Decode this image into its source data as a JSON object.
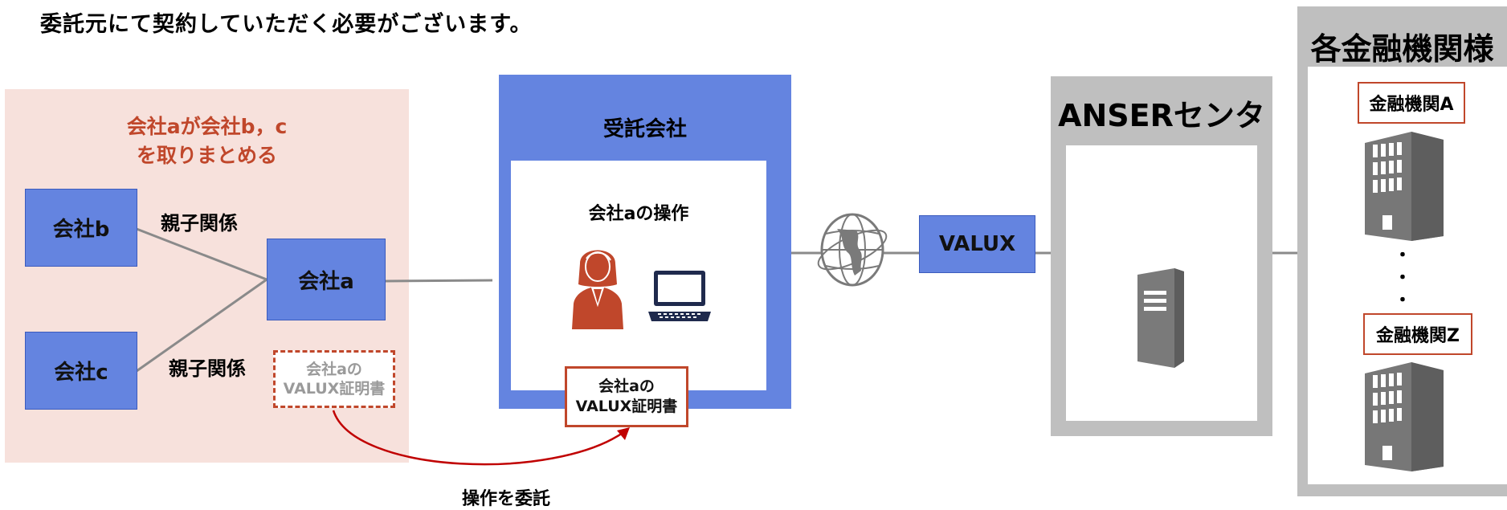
{
  "headline": "委託元にて契約していただく必要がございます。",
  "left_group": {
    "title_line1": "会社aが会社b，c",
    "title_line2": "を取りまとめる",
    "company_b": "会社b",
    "company_c": "会社c",
    "company_a": "会社a",
    "relation_b": "親子関係",
    "relation_c": "親子関係",
    "cert_line1": "会社aの",
    "cert_line2": "VALUX証明書"
  },
  "trustee": {
    "title": "受託会社",
    "operation": "会社aの操作",
    "cert_line1": "会社aの",
    "cert_line2": "VALUX証明書"
  },
  "delegate_label": "操作を委託",
  "valux": "VALUX",
  "anser": {
    "title": "ANSERセンタ"
  },
  "financial": {
    "title": "各金融機関様",
    "bank_a": "金融機関A",
    "bank_z": "金融機関Z",
    "dots": [
      "・",
      "・",
      "・"
    ]
  },
  "colors": {
    "blue": "#6484e0",
    "accent_red": "#c0472b",
    "panel_pink": "#f7e1dc",
    "grey": "#bfbfbf",
    "building_grey": "#777777"
  },
  "icons": [
    "businesswoman-icon",
    "laptop-icon",
    "globe-network-icon",
    "server-icon",
    "building-icon"
  ]
}
